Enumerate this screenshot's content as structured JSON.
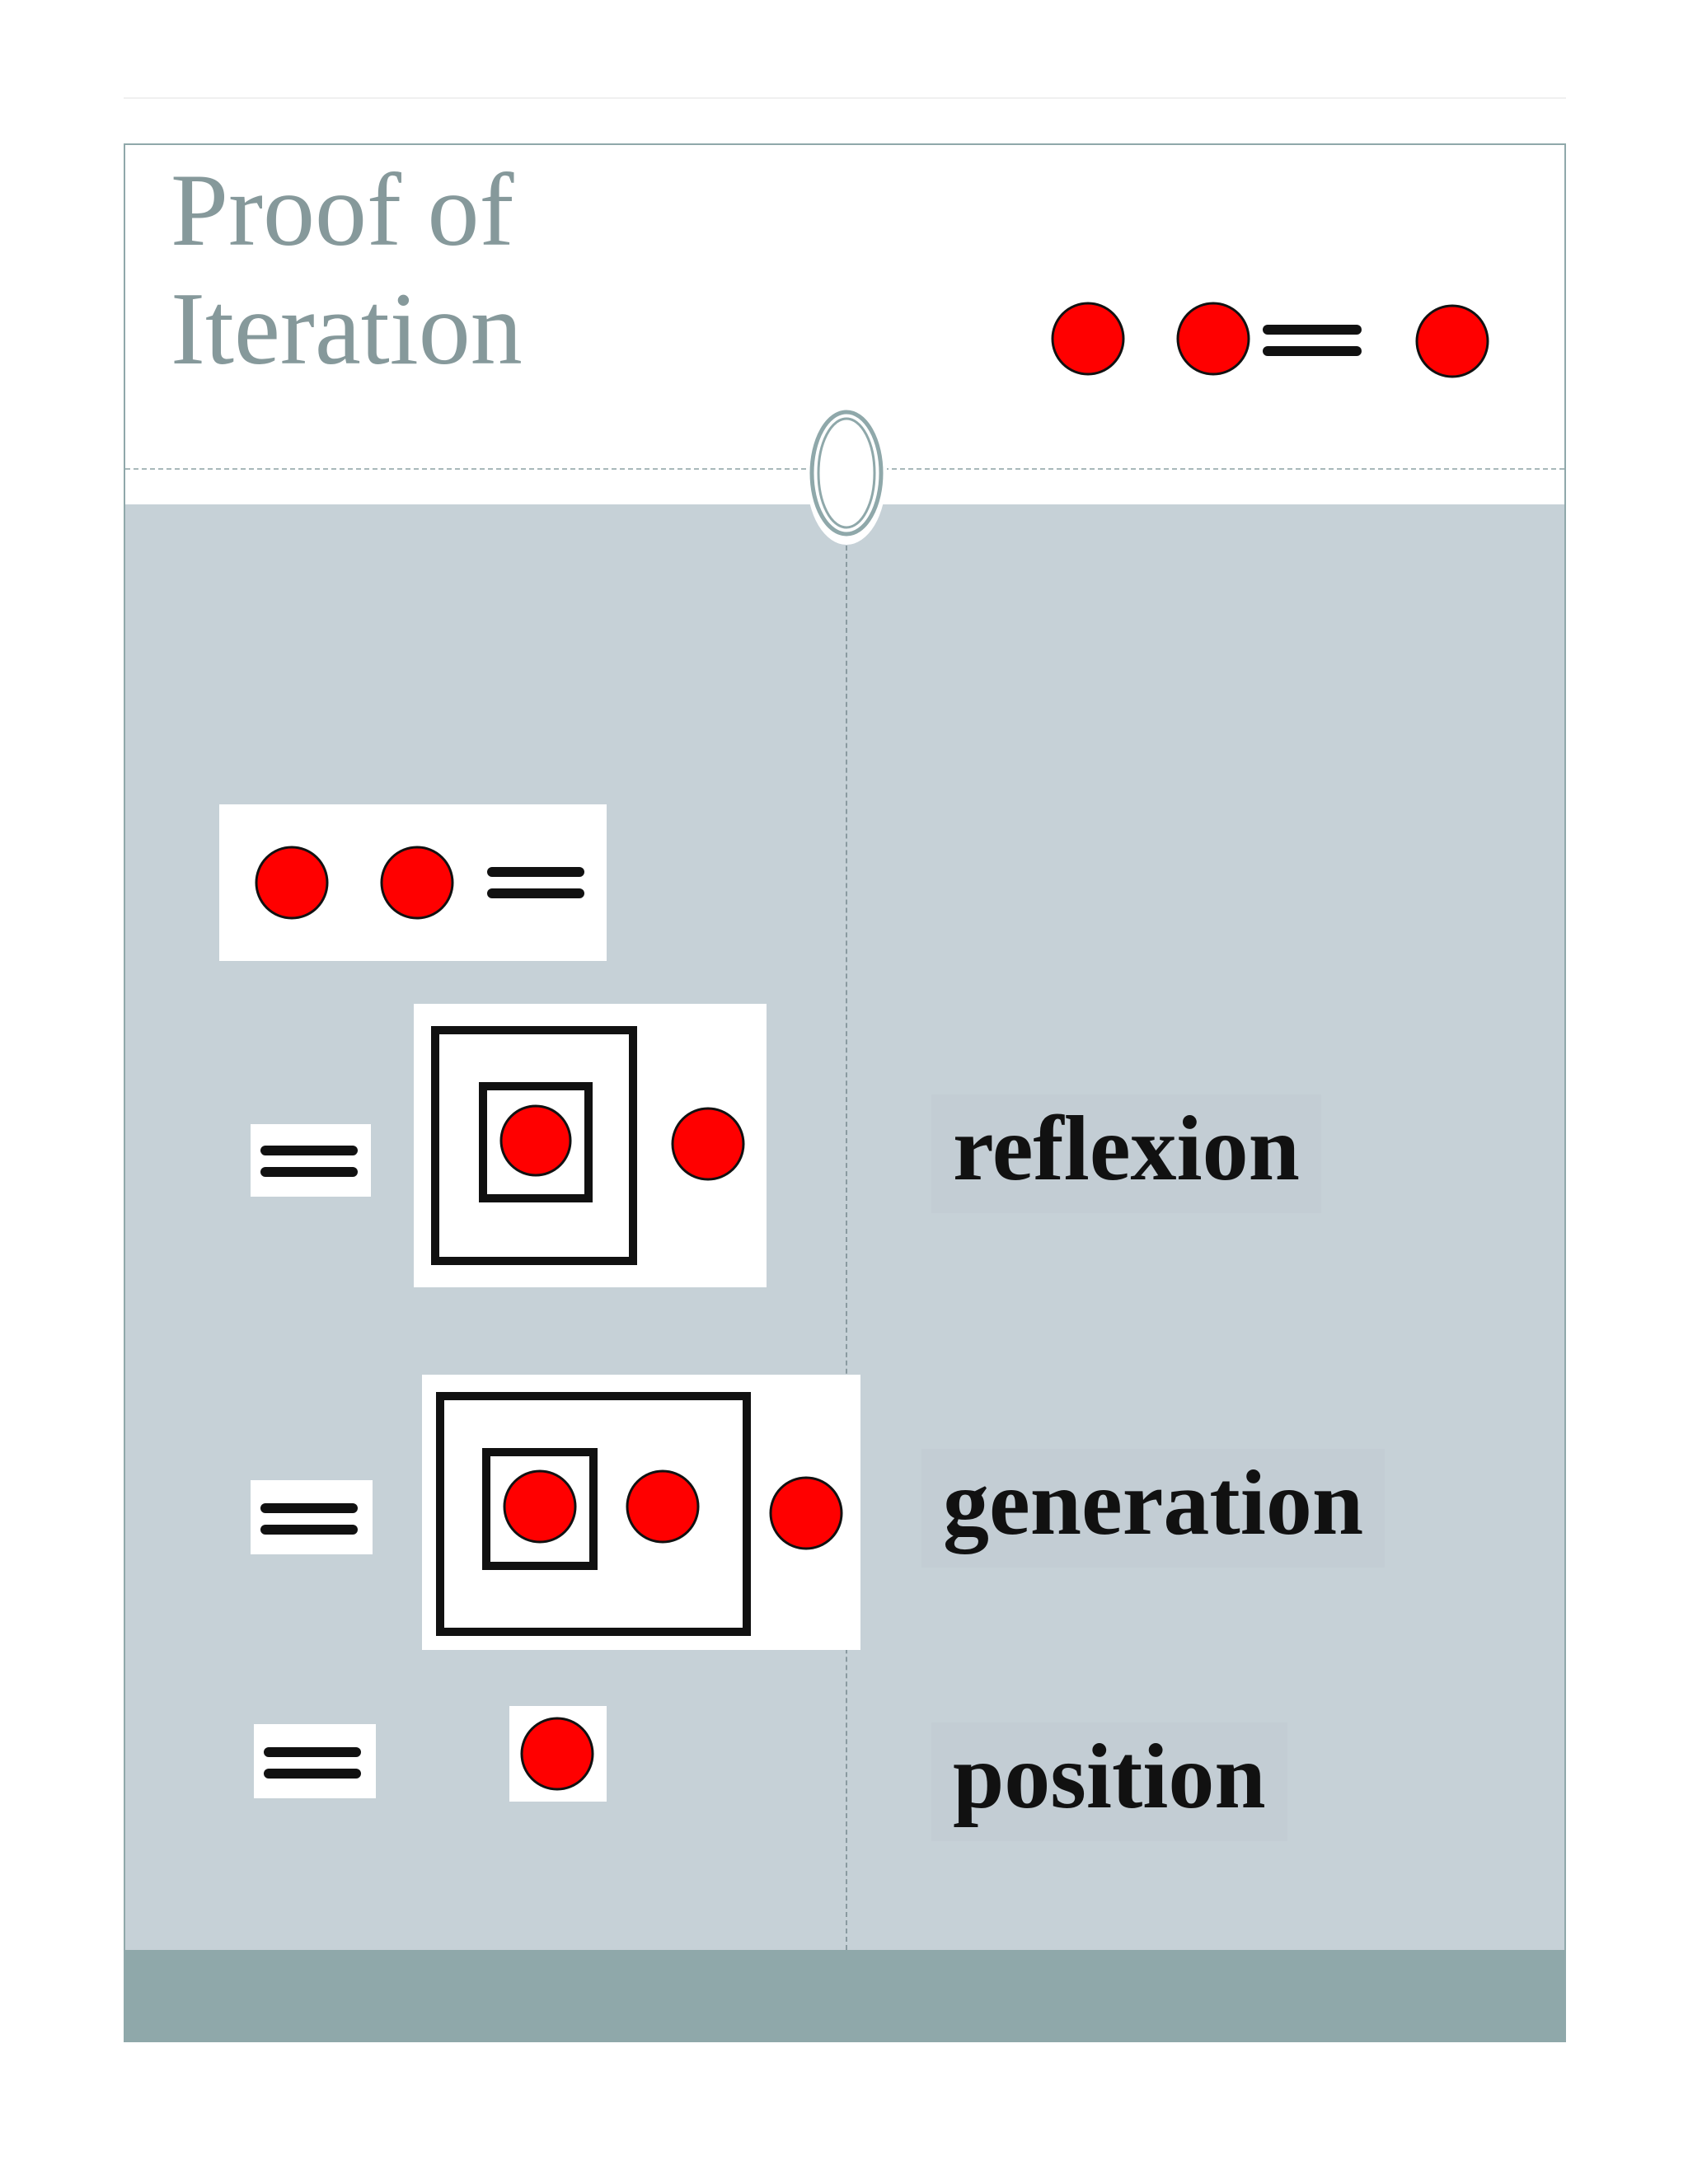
{
  "title": {
    "line1": "Proof of",
    "line2": "Iteration"
  },
  "steps": [
    {
      "label": "reflexion"
    },
    {
      "label": "generation"
    },
    {
      "label": "position"
    }
  ],
  "colors": {
    "dot": "#ff0000",
    "panel": "#c6d1d7",
    "accent": "#8fa8aa",
    "title": "#86999b"
  }
}
